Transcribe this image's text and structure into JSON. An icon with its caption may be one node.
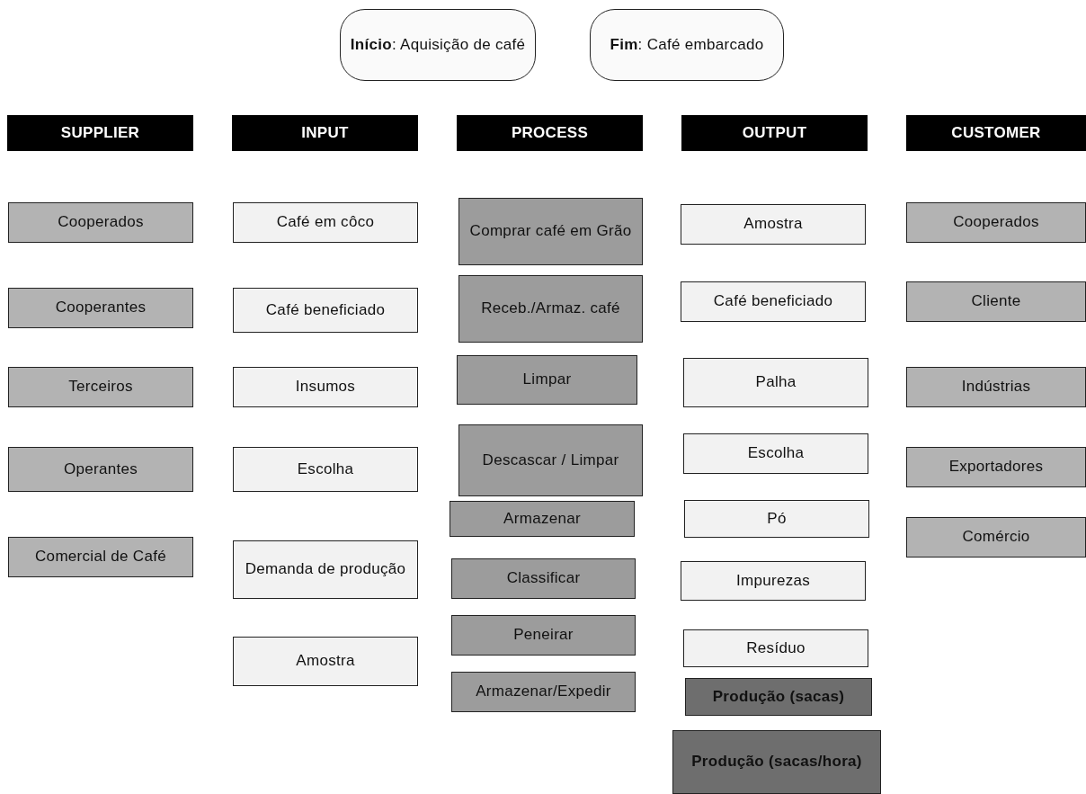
{
  "diagram": {
    "nodes": [
      {
        "text": [
          "**Início**: Aquisição de café"
        ]
      },
      {
        "text": [
          "**Fim**: Café embarcado"
        ]
      },
      {
        "text": [
          "SUPPLIER"
        ]
      },
      {
        "text": [
          "INPUT"
        ]
      },
      {
        "text": [
          "PROCESS"
        ]
      },
      {
        "text": [
          "OUTPUT"
        ]
      },
      {
        "text": [
          "CUSTOMER"
        ]
      },
      {
        "text": [
          "Cooperados"
        ]
      },
      {
        "text": [
          "Cooperantes"
        ]
      },
      {
        "text": [
          "Terceiros"
        ]
      },
      {
        "text": [
          "Operantes"
        ]
      },
      {
        "text": [
          "Comercial de Café"
        ]
      },
      {
        "text": [
          "Café em côco"
        ]
      },
      {
        "text": [
          "Café beneficiado"
        ]
      },
      {
        "text": [
          "Insumos"
        ]
      },
      {
        "text": [
          "Escolha"
        ]
      },
      {
        "text": [
          "Demanda de produção"
        ]
      },
      {
        "text": [
          "Amostra"
        ]
      },
      {
        "text": [
          "Comprar café em Grão"
        ]
      },
      {
        "text": [
          "Receb./Armaz. café"
        ]
      },
      {
        "text": [
          "Limpar"
        ]
      },
      {
        "text": [
          "Descascar / Limpar"
        ]
      },
      {
        "text": [
          "Armazenar"
        ]
      },
      {
        "text": [
          "Classificar"
        ]
      },
      {
        "text": [
          "Peneirar"
        ]
      },
      {
        "text": [
          "Armazenar/Expedir"
        ]
      },
      {
        "text": [
          "Amostra"
        ]
      },
      {
        "text": [
          "Café beneficiado"
        ]
      },
      {
        "text": [
          "Palha"
        ]
      },
      {
        "text": [
          "Escolha"
        ]
      },
      {
        "text": [
          "Pó"
        ]
      },
      {
        "text": [
          "Impurezas"
        ]
      },
      {
        "text": [
          "Resíduo"
        ]
      },
      {
        "text": [
          "Produção (sacas)"
        ]
      },
      {
        "text": [
          "Produção (sacas/hora)"
        ]
      },
      {
        "text": [
          "Cooperados"
        ]
      },
      {
        "text": [
          "Cliente"
        ]
      },
      {
        "text": [
          "Indústrias"
        ]
      },
      {
        "text": [
          "Exportadores"
        ]
      },
      {
        "text": [
          "Comércio"
        ]
      }
    ]
  }
}
